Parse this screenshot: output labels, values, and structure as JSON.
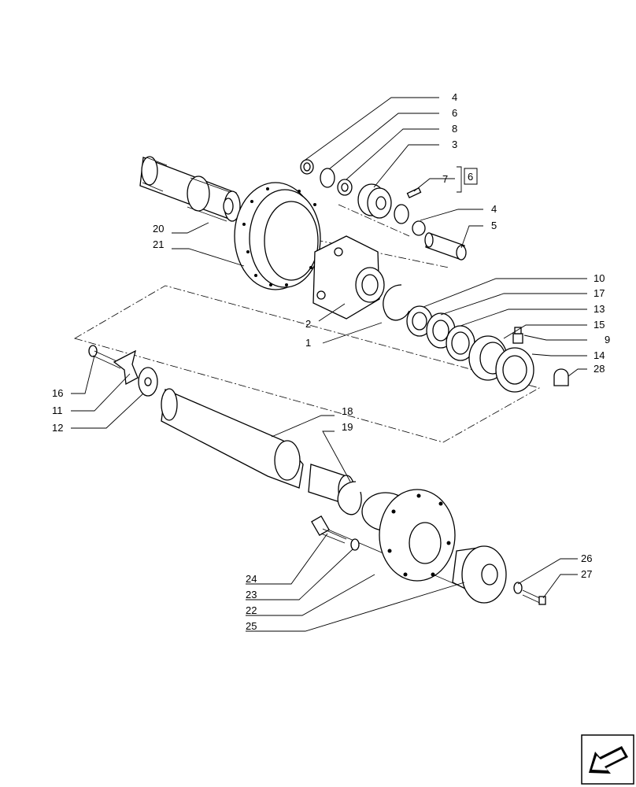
{
  "diagram": {
    "callouts": [
      "4",
      "6",
      "8",
      "3",
      "7",
      "6",
      "4",
      "5",
      "10",
      "17",
      "13",
      "15",
      "9",
      "14",
      "28",
      "2",
      "1",
      "20",
      "21",
      "16",
      "11",
      "12",
      "18",
      "19",
      "24",
      "23",
      "22",
      "25",
      "26",
      "27"
    ]
  },
  "icons": [
    "nav-arrow-icon"
  ]
}
